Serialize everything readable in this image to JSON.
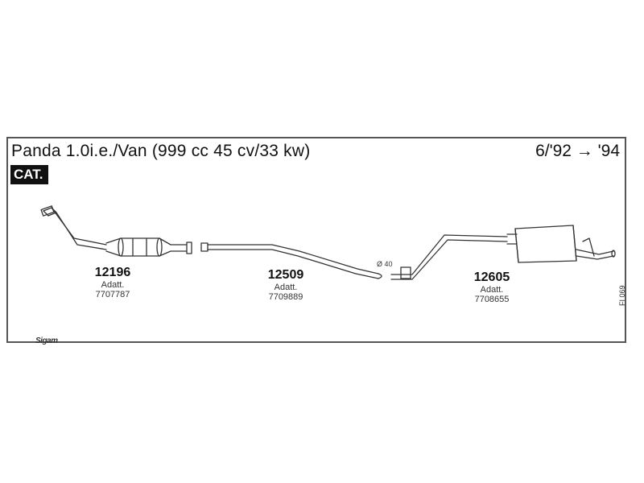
{
  "header": {
    "title": "Panda 1.0i.e./Van (999 cc 45 cv/33 kw)",
    "years": "6/'92 → '94",
    "badge": "CAT."
  },
  "parts": [
    {
      "number": "12196",
      "adatt_label": "Adatt.",
      "code": "7707787"
    },
    {
      "number": "12509",
      "adatt_label": "Adatt.",
      "code": "7709889"
    },
    {
      "number": "12605",
      "adatt_label": "Adatt.",
      "code": "7708655"
    }
  ],
  "diameter_label": "Ø 40",
  "figure_code": "FI 069",
  "brand": "Sigam"
}
